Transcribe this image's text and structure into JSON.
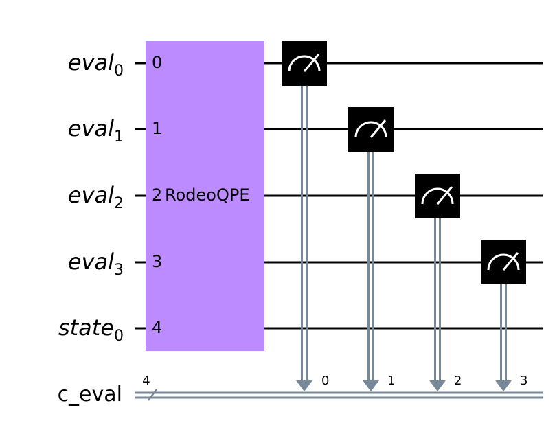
{
  "circuit": {
    "qubits": [
      {
        "name": "eval",
        "index": "0"
      },
      {
        "name": "eval",
        "index": "1"
      },
      {
        "name": "eval",
        "index": "2"
      },
      {
        "name": "eval",
        "index": "3"
      },
      {
        "name": "state",
        "index": "0"
      }
    ],
    "classical_register": {
      "name": "c_eval",
      "width": "4"
    },
    "gate": {
      "label": "RodeoQPE",
      "color": "#bb8bff",
      "ports": [
        "0",
        "1",
        "2",
        "3",
        "4"
      ]
    },
    "measurements": [
      {
        "qubit": 0,
        "bit": "0"
      },
      {
        "qubit": 1,
        "bit": "1"
      },
      {
        "qubit": 2,
        "bit": "2"
      },
      {
        "qubit": 3,
        "bit": "3"
      }
    ],
    "colors": {
      "wire": "#000000",
      "classical_wire": "#778899",
      "measure_box": "#000000",
      "measure_symbol": "#ffffff"
    }
  }
}
